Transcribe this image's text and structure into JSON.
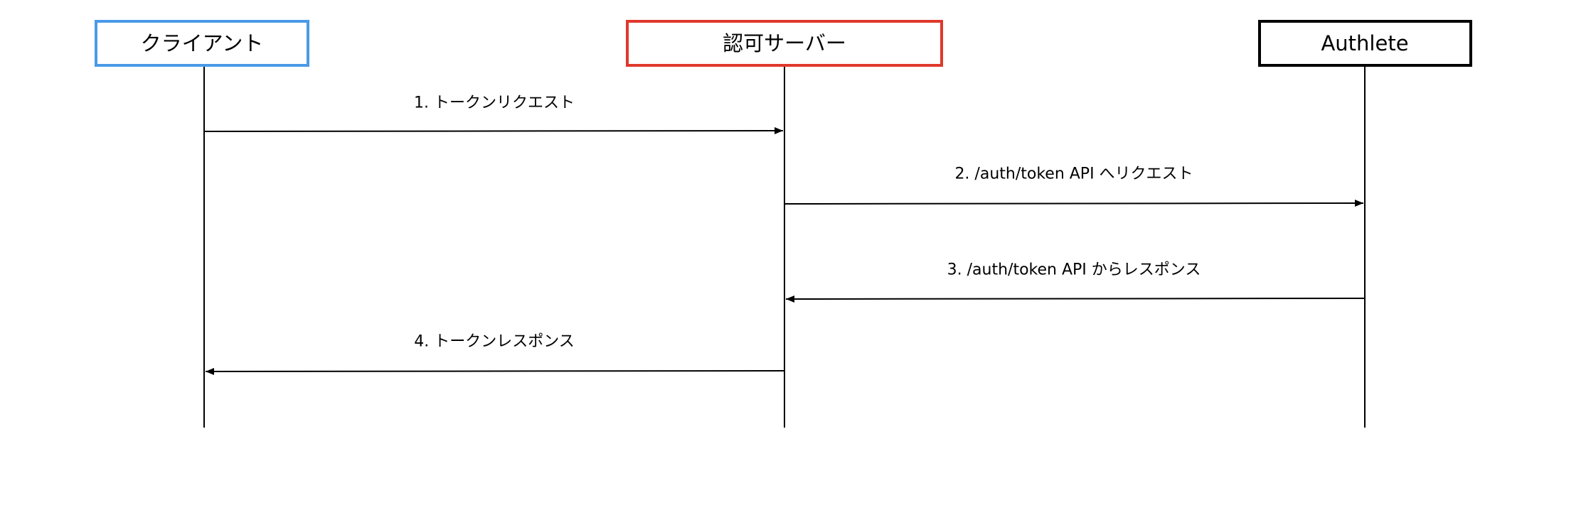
{
  "participants": [
    {
      "id": "client",
      "label": "クライアント",
      "border_color": "#4a9ae8"
    },
    {
      "id": "authz",
      "label": "認可サーバー",
      "border_color": "#e0382b"
    },
    {
      "id": "authlete",
      "label": "Authlete",
      "border_color": "#000000"
    }
  ],
  "messages": [
    {
      "from": "client",
      "to": "authz",
      "label": "1. トークンリクエスト"
    },
    {
      "from": "authz",
      "to": "authlete",
      "label": "2. /auth/token API へリクエスト"
    },
    {
      "from": "authlete",
      "to": "authz",
      "label": "3. /auth/token API からレスポンス"
    },
    {
      "from": "authz",
      "to": "client",
      "label": "4. トークンレスポンス"
    }
  ]
}
